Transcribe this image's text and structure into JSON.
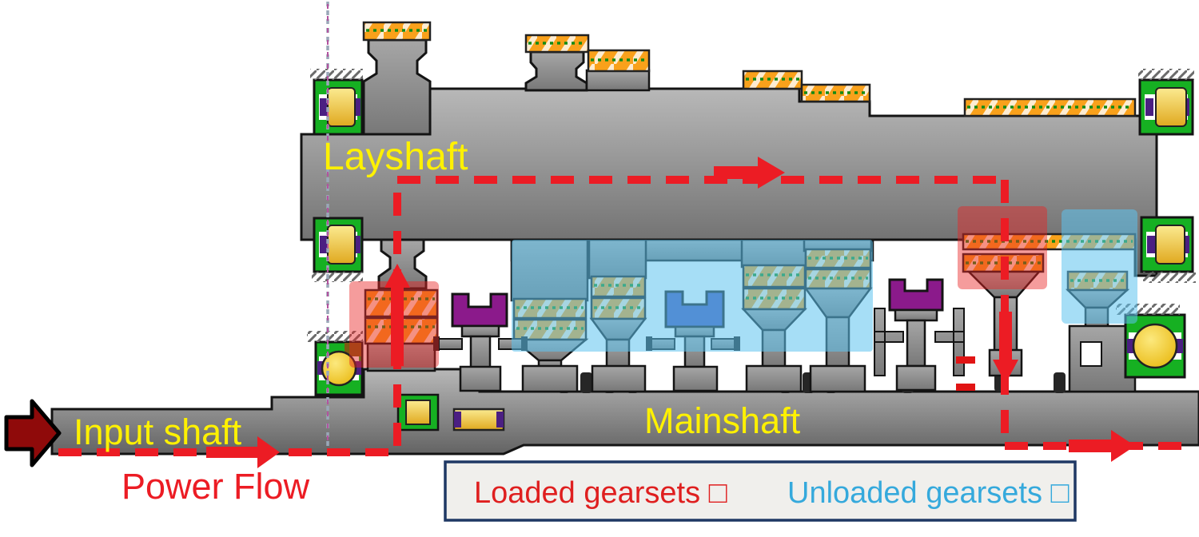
{
  "labels": {
    "layshaft": "Layshaft",
    "input_shaft": "Input shaft",
    "mainshaft": "Mainshaft",
    "power_flow": "Power Flow"
  },
  "legend": {
    "loaded_label": "Loaded gearsets □",
    "unloaded_label": "Unloaded gearsets □"
  },
  "colors": {
    "label_yellow": "#FFF100",
    "power_flow_red": "#EC1C24",
    "legend_loaded_red": "#DF1F1F",
    "legend_unloaded_blue": "#35A9DC",
    "loaded_highlight": "rgba(232,35,35,0.45)",
    "unloaded_highlight": "rgba(92,195,238,0.55)",
    "bearing_green": "#16B022",
    "gear_teeth_orange": "#F9A11B",
    "synchro_purple": "#8B1A8B",
    "synchro_blue": "#4653B8",
    "input_arrow_dark_red": "#8F0A0A",
    "legend_background": "#F0EFEC",
    "legend_border": "#1F3864"
  }
}
